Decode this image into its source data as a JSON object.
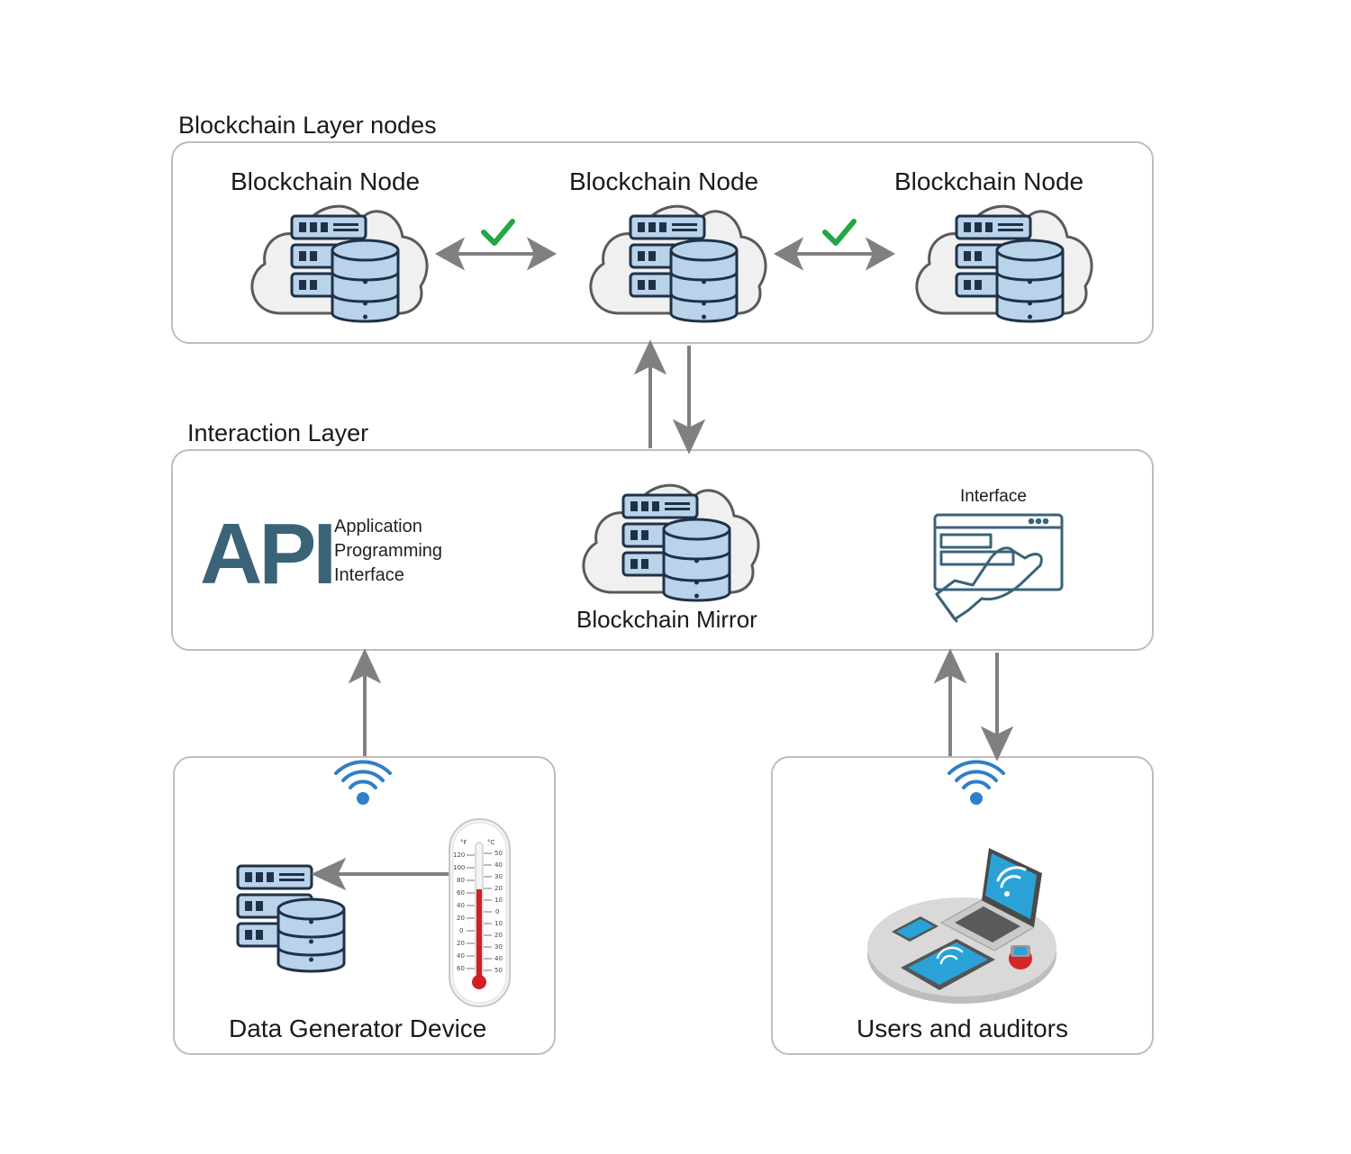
{
  "layers": {
    "blockchain_title": "Blockchain Layer nodes",
    "interaction_title": "Interaction Layer"
  },
  "nodes": [
    {
      "label": "Blockchain Node"
    },
    {
      "label": "Blockchain Node"
    },
    {
      "label": "Blockchain Node"
    }
  ],
  "interaction": {
    "api_word": "API",
    "api_line1": "Application",
    "api_line2": "Programming",
    "api_line3": "Interface",
    "mirror_label": "Blockchain Mirror",
    "interface_label": "Interface"
  },
  "devices": {
    "data_generator_label": "Data Generator Device",
    "users_label": "Users and auditors"
  },
  "thermometer": {
    "left_unit": "°F",
    "right_unit": "°C",
    "left_ticks": [
      "120",
      "100",
      "80",
      "60",
      "40",
      "20",
      "0",
      "20",
      "40",
      "60"
    ],
    "right_ticks": [
      "50",
      "40",
      "30",
      "20",
      "10",
      "0",
      "10",
      "20",
      "30",
      "40",
      "50"
    ]
  },
  "colors": {
    "panel_border": "#bdbdbd",
    "arrow": "#808080",
    "server_fill": "#b9d3ea",
    "server_stroke": "#1f3147",
    "cloud_fill": "#f0f0f0",
    "cloud_stroke": "#5a5a5a",
    "check": "#22a745",
    "wifi": "#2f7fc8",
    "api_text": "#3a6378",
    "interface_stroke": "#3a6378"
  },
  "icons": [
    "cloud-server-icon",
    "check-icon",
    "wifi-icon",
    "thermometer-icon",
    "laptop-tablet-icon",
    "interface-touch-icon"
  ]
}
